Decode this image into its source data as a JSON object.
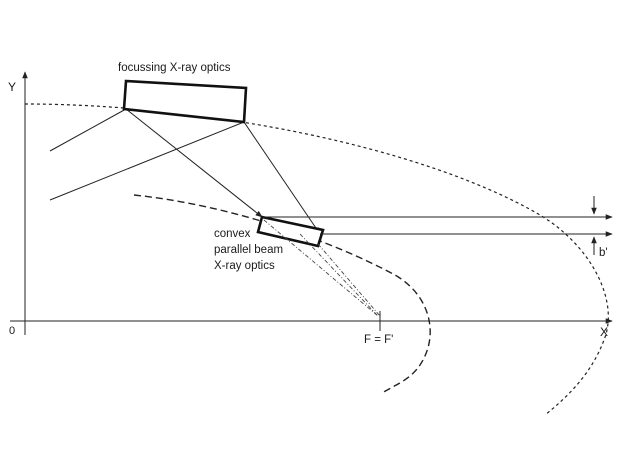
{
  "diagram": {
    "axis_y_label": "Y",
    "axis_x_label": "X",
    "origin_label": "0",
    "focusing_optics_label": "focussing X-ray optics",
    "convex_optics_label_lines": [
      "convex",
      "parallel beam",
      "X-ray optics"
    ],
    "focus_label": "F = F'",
    "beam_width_label": "b'"
  }
}
